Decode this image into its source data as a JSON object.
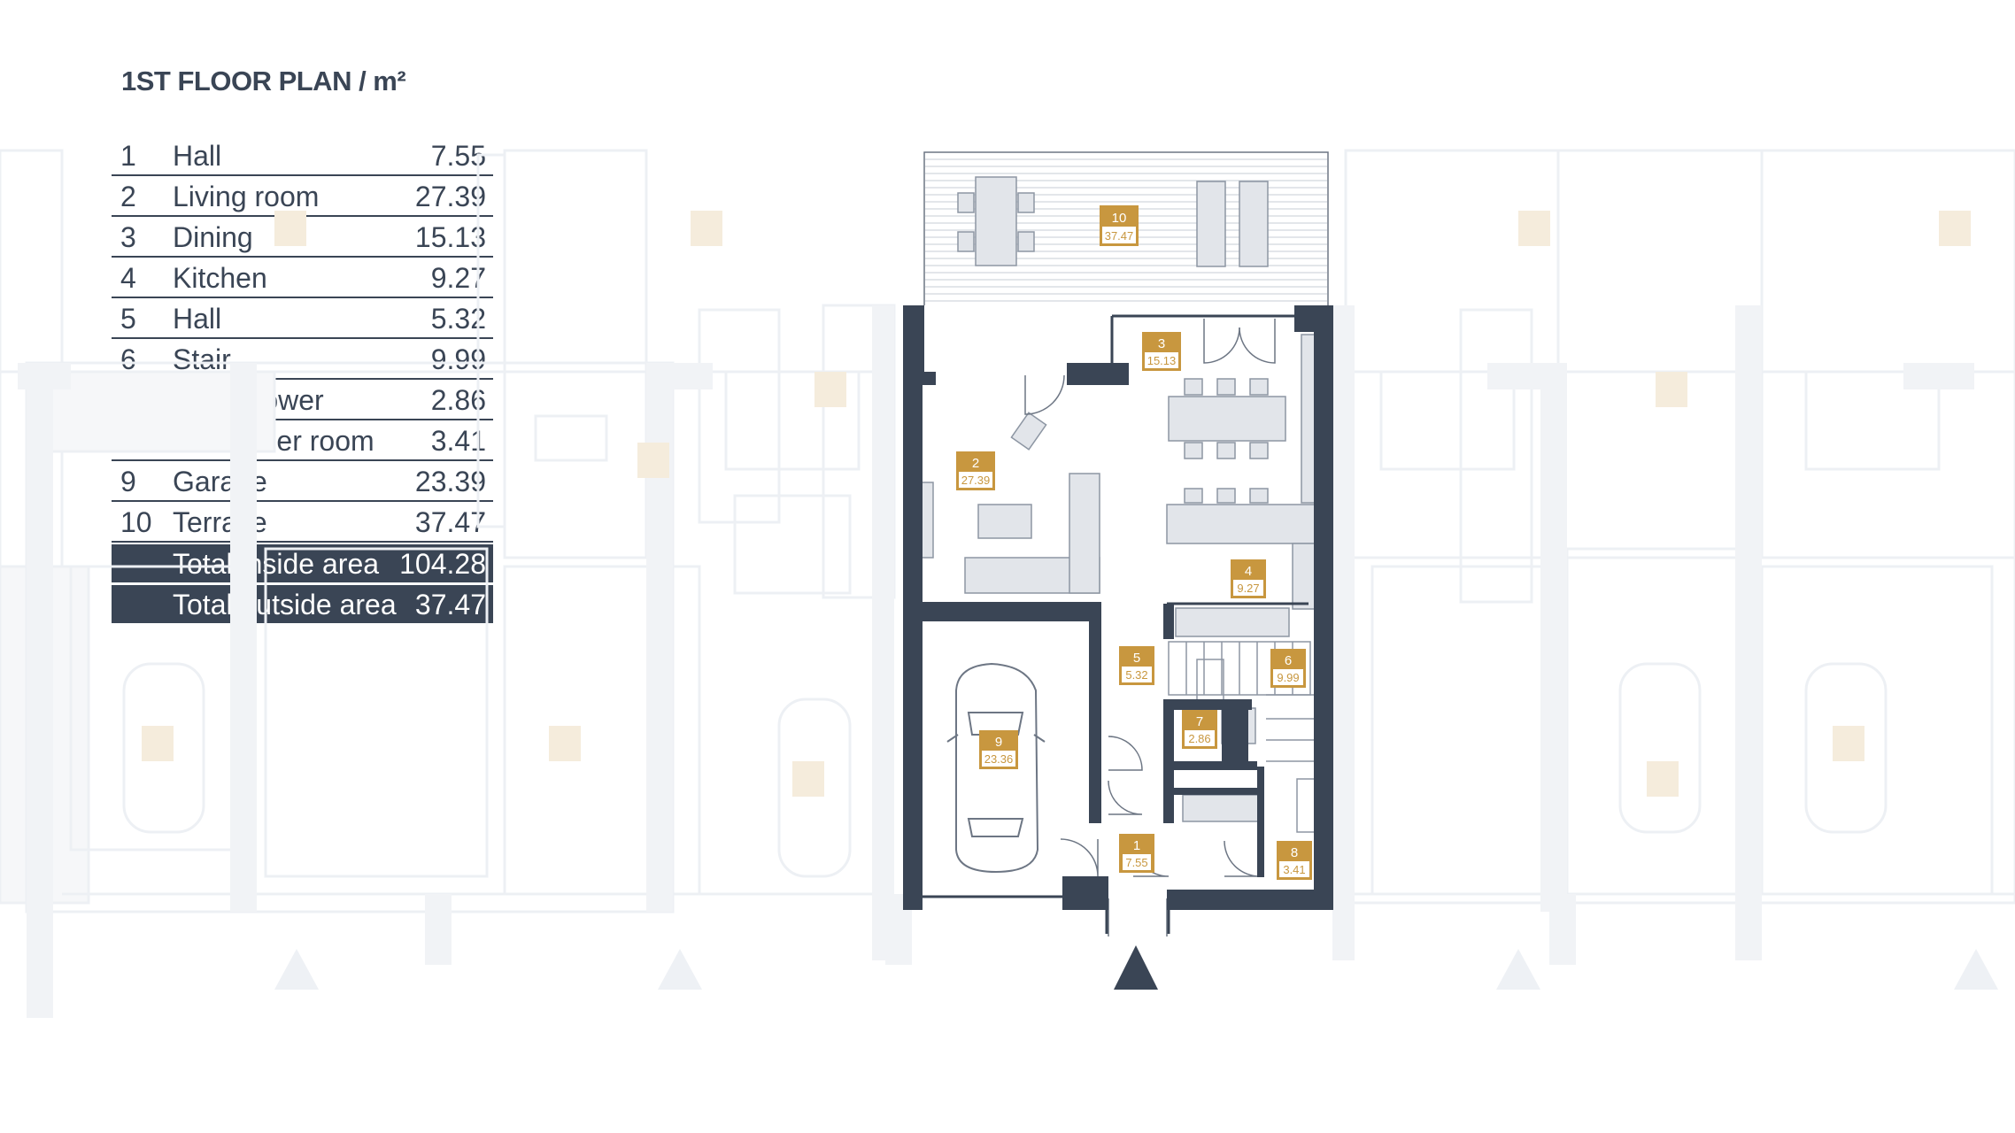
{
  "title": "1ST FLOOR PLAN / m²",
  "rooms": [
    {
      "num": "1",
      "name": "Hall",
      "area": "7.55"
    },
    {
      "num": "2",
      "name": "Living room",
      "area": "27.39"
    },
    {
      "num": "3",
      "name": "Dining",
      "area": "15.13"
    },
    {
      "num": "4",
      "name": "Kitchen",
      "area": "9.27"
    },
    {
      "num": "5",
      "name": "Hall",
      "area": "5.32"
    },
    {
      "num": "6",
      "name": "Stair",
      "area": "9.99"
    },
    {
      "num": "7",
      "name": "WC/Shower",
      "area": "2.86"
    },
    {
      "num": "8",
      "name": "Gas boiler room",
      "area": "3.41"
    },
    {
      "num": "9",
      "name": "Garage",
      "area": "23.39"
    },
    {
      "num": "10",
      "name": "Terrace",
      "area": "37.47"
    }
  ],
  "totals": [
    {
      "name": "Total inside area",
      "area": "104.28"
    },
    {
      "name": "Total outside area",
      "area": "37.47"
    }
  ],
  "plan_labels": [
    {
      "num": "1",
      "area": "7.55"
    },
    {
      "num": "2",
      "area": "27.39"
    },
    {
      "num": "3",
      "area": "15.13"
    },
    {
      "num": "4",
      "area": "9.27"
    },
    {
      "num": "5",
      "area": "5.32"
    },
    {
      "num": "6",
      "area": "9.99"
    },
    {
      "num": "7",
      "area": "2.86"
    },
    {
      "num": "8",
      "area": "3.41"
    },
    {
      "num": "9",
      "area": "23.36"
    },
    {
      "num": "10",
      "area": "37.47"
    }
  ],
  "colors": {
    "wall": "#3a4555",
    "label_bg": "#c8973f",
    "faint": "#e9ecf1",
    "line": "#8d96a3"
  }
}
